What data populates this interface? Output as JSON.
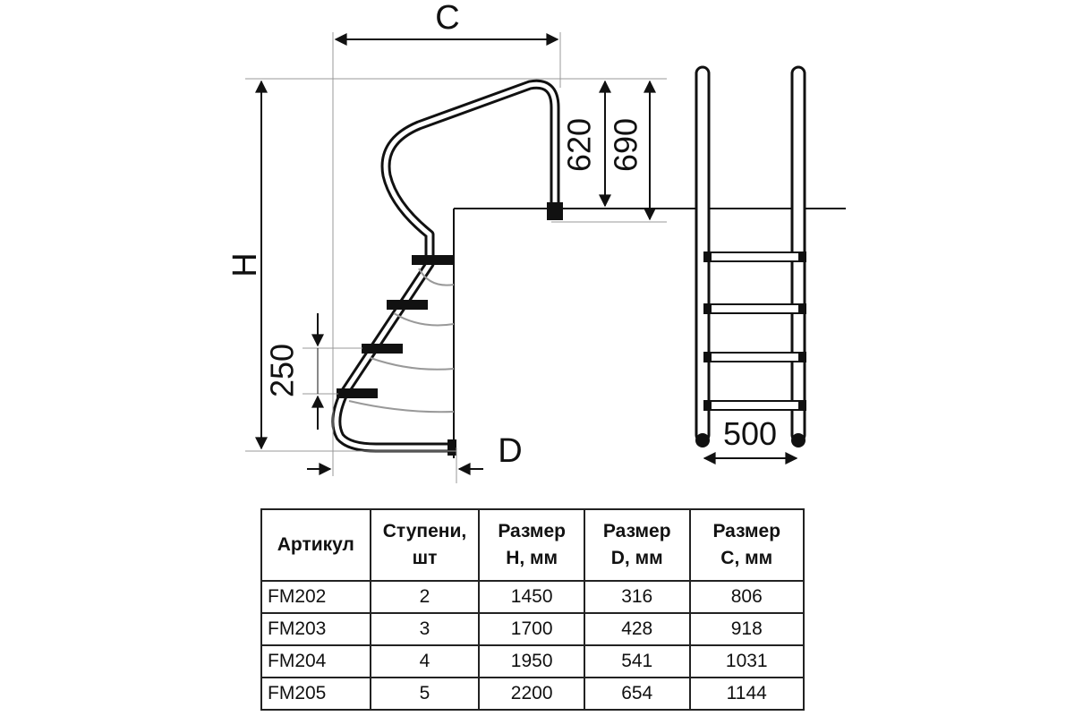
{
  "dimensions": {
    "c_label": "C",
    "h_label": "H",
    "d_label": "D",
    "handrail_height_1": "620",
    "handrail_height_2": "690",
    "step_spacing": "250",
    "ladder_width": "500"
  },
  "table": {
    "headers": [
      [
        "Артикул"
      ],
      [
        "Ступени,",
        "шт"
      ],
      [
        "Размер",
        "H, мм"
      ],
      [
        "Размер",
        "D, мм"
      ],
      [
        "Размер",
        "C, мм"
      ]
    ],
    "rows": [
      [
        "FM202",
        "2",
        "1450",
        "316",
        "806"
      ],
      [
        "FM203",
        "3",
        "1700",
        "428",
        "918"
      ],
      [
        "FM204",
        "4",
        "1950",
        "541",
        "1031"
      ],
      [
        "FM205",
        "5",
        "2200",
        "654",
        "1144"
      ]
    ]
  }
}
